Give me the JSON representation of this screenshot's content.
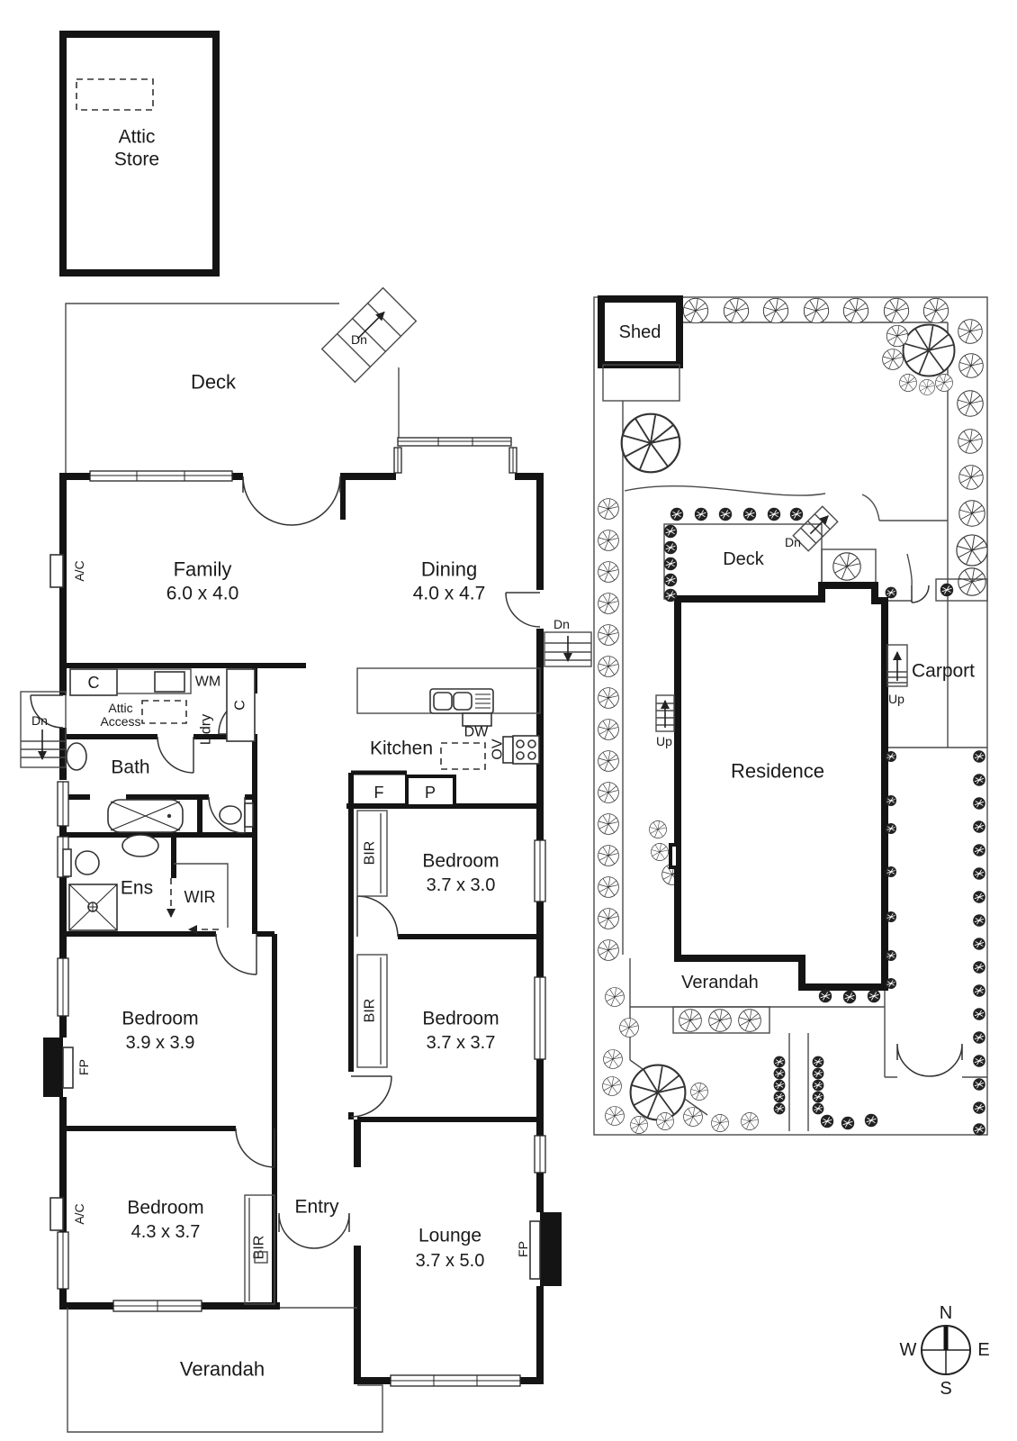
{
  "ink": "#1a1a1a",
  "attic": {
    "line1": "Attic",
    "line2": "Store"
  },
  "floor": {
    "deck": "Deck",
    "family": {
      "name": "Family",
      "dims": "6.0 x 4.0"
    },
    "dining": {
      "name": "Dining",
      "dims": "4.0 x 4.7"
    },
    "kitchen": "Kitchen",
    "bath": "Bath",
    "laundry": "L'dry",
    "ens": "Ens",
    "wir": "WIR",
    "attic_access": {
      "line1": "Attic",
      "line2": "Access"
    },
    "bed1": {
      "name": "Bedroom",
      "dims": "3.7 x 3.0"
    },
    "bed2": {
      "name": "Bedroom",
      "dims": "3.9 x 3.9"
    },
    "bed3": {
      "name": "Bedroom",
      "dims": "3.7 x 3.7"
    },
    "bed4": {
      "name": "Bedroom",
      "dims": "4.3 x 3.7"
    },
    "entry": "Entry",
    "lounge": {
      "name": "Lounge",
      "dims": "3.7 x 5.0"
    },
    "verandah": "Verandah"
  },
  "labels": {
    "wm": "WM",
    "c": "C",
    "dw": "DW",
    "ov": "OV",
    "f": "F",
    "p": "P",
    "bir": "BIR",
    "fp": "FP",
    "ac": "A/C",
    "dn": "Dn",
    "up": "Up"
  },
  "site": {
    "shed": "Shed",
    "deck": "Deck",
    "residence": "Residence",
    "carport": "Carport",
    "verandah": "Verandah"
  },
  "compass": {
    "n": "N",
    "e": "E",
    "s": "S",
    "w": "W"
  }
}
